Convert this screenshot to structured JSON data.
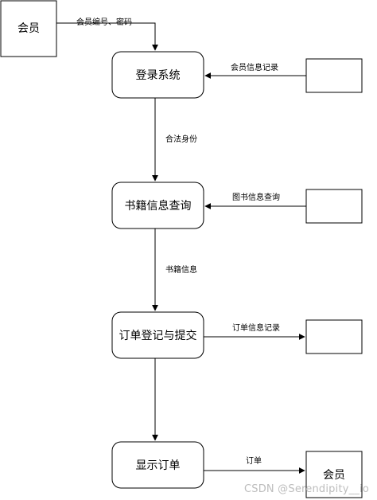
{
  "nodes": {
    "member_top": "会员",
    "login": "登录系统",
    "book_query": "书籍信息查询",
    "order": "订单登记与提交",
    "show_order": "显示订单",
    "member_bottom": "会员"
  },
  "edges": {
    "member_to_login": "会员编号、密码",
    "login_to_query": "合法身份",
    "query_to_order": "书籍信息",
    "order_to_show": "",
    "store1_to_login": "会员信息记录",
    "store2_to_query": "图书信息查询",
    "order_to_store3": "订单信息记录",
    "show_to_member": "订单"
  },
  "watermark": "CSDN @Serendipity__io"
}
